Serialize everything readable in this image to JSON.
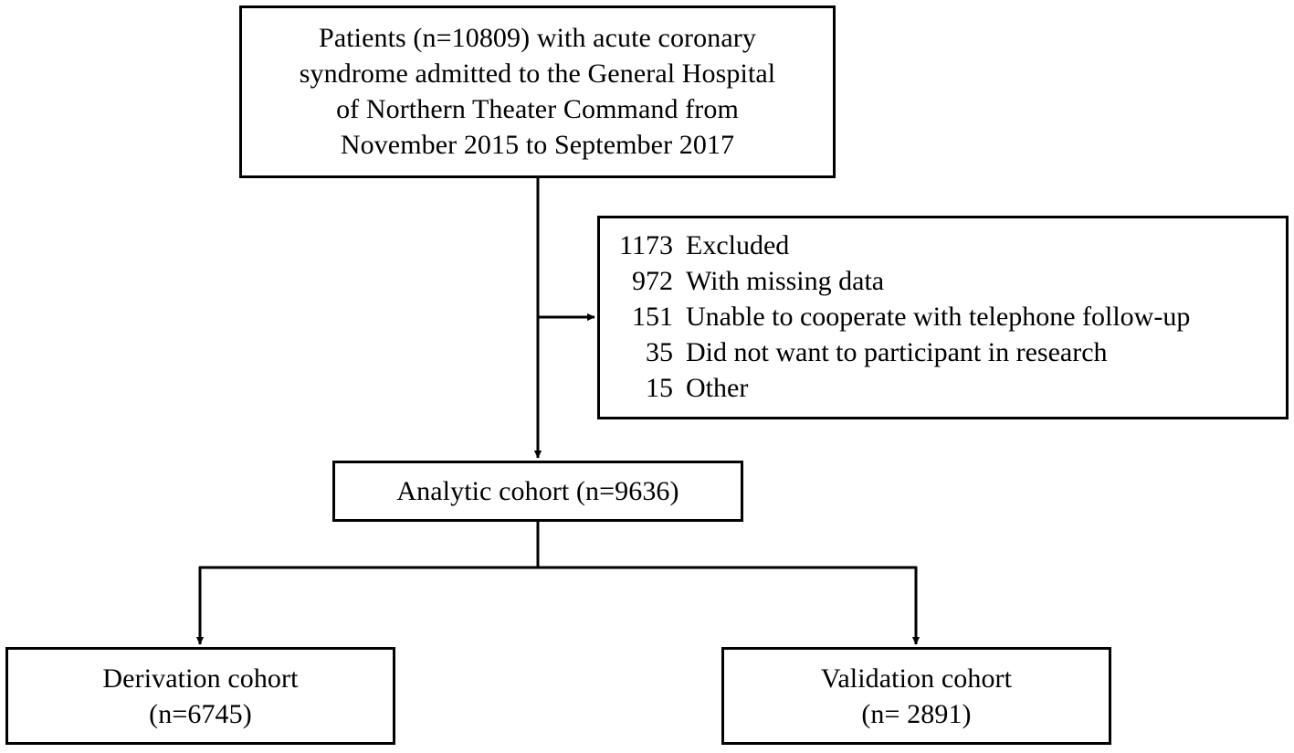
{
  "diagram": {
    "title": "Patient selection flow diagram",
    "type": "flowchart",
    "background_color": "#ffffff",
    "line_color": "#000000"
  },
  "nodes": {
    "source": {
      "name": "source-population-box",
      "lines": [
        "Patients (n=10809) with acute coronary",
        "syndrome admitted to the General Hospital",
        "of Northern Theater Command from",
        "November 2015 to September 2017"
      ]
    },
    "excluded": {
      "name": "excluded-box",
      "rows": [
        {
          "count": "1173",
          "label": "Excluded"
        },
        {
          "count": "972",
          "label": "With missing data"
        },
        {
          "count": "151",
          "label": "Unable to cooperate with telephone follow-up"
        },
        {
          "count": "35",
          "label": "Did not want to participant in research"
        },
        {
          "count": "15",
          "label": "Other"
        }
      ]
    },
    "analytic": {
      "name": "analytic-cohort-box",
      "lines": [
        "Analytic cohort (n=9636)"
      ]
    },
    "derivation": {
      "name": "derivation-cohort-box",
      "lines": [
        "Derivation cohort",
        "(n=6745)"
      ]
    },
    "validation": {
      "name": "validation-cohort-box",
      "lines": [
        "Validation cohort",
        "(n= 2891)"
      ]
    }
  },
  "connectors": [
    {
      "name": "source-to-analytic-stem",
      "from": "source",
      "to": "analytic",
      "kind": "vertical-arrow"
    },
    {
      "name": "source-to-excluded-branch",
      "from": "source",
      "to": "excluded",
      "kind": "horizontal-arrow"
    },
    {
      "name": "analytic-to-derivation-branch",
      "from": "analytic",
      "to": "derivation",
      "kind": "elbow-arrow"
    },
    {
      "name": "analytic-to-validation-branch",
      "from": "analytic",
      "to": "validation",
      "kind": "elbow-arrow"
    }
  ]
}
